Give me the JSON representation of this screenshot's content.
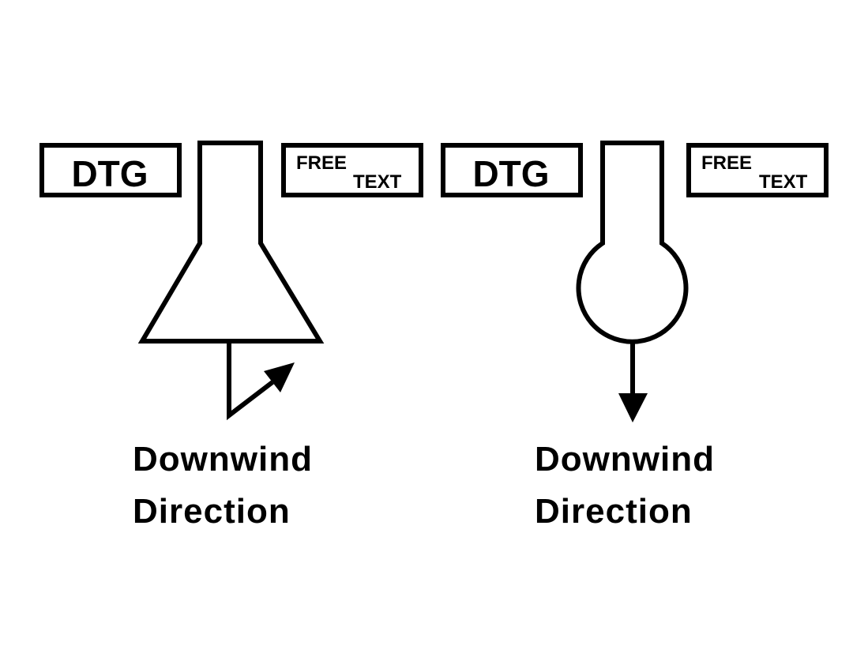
{
  "symbols": [
    {
      "shape": "tapered-cone",
      "dtg_label": "DTG",
      "free_label": "FREE",
      "text_label": "TEXT",
      "caption_line1": "Downwind",
      "caption_line2": "Direction",
      "arrow_orientation": "bent-up-right"
    },
    {
      "shape": "bulb",
      "dtg_label": "DTG",
      "free_label": "FREE",
      "text_label": "TEXT",
      "caption_line1": "Downwind",
      "caption_line2": "Direction",
      "arrow_orientation": "straight-down"
    }
  ],
  "colors": {
    "line": "#000000",
    "background": "#ffffff"
  }
}
